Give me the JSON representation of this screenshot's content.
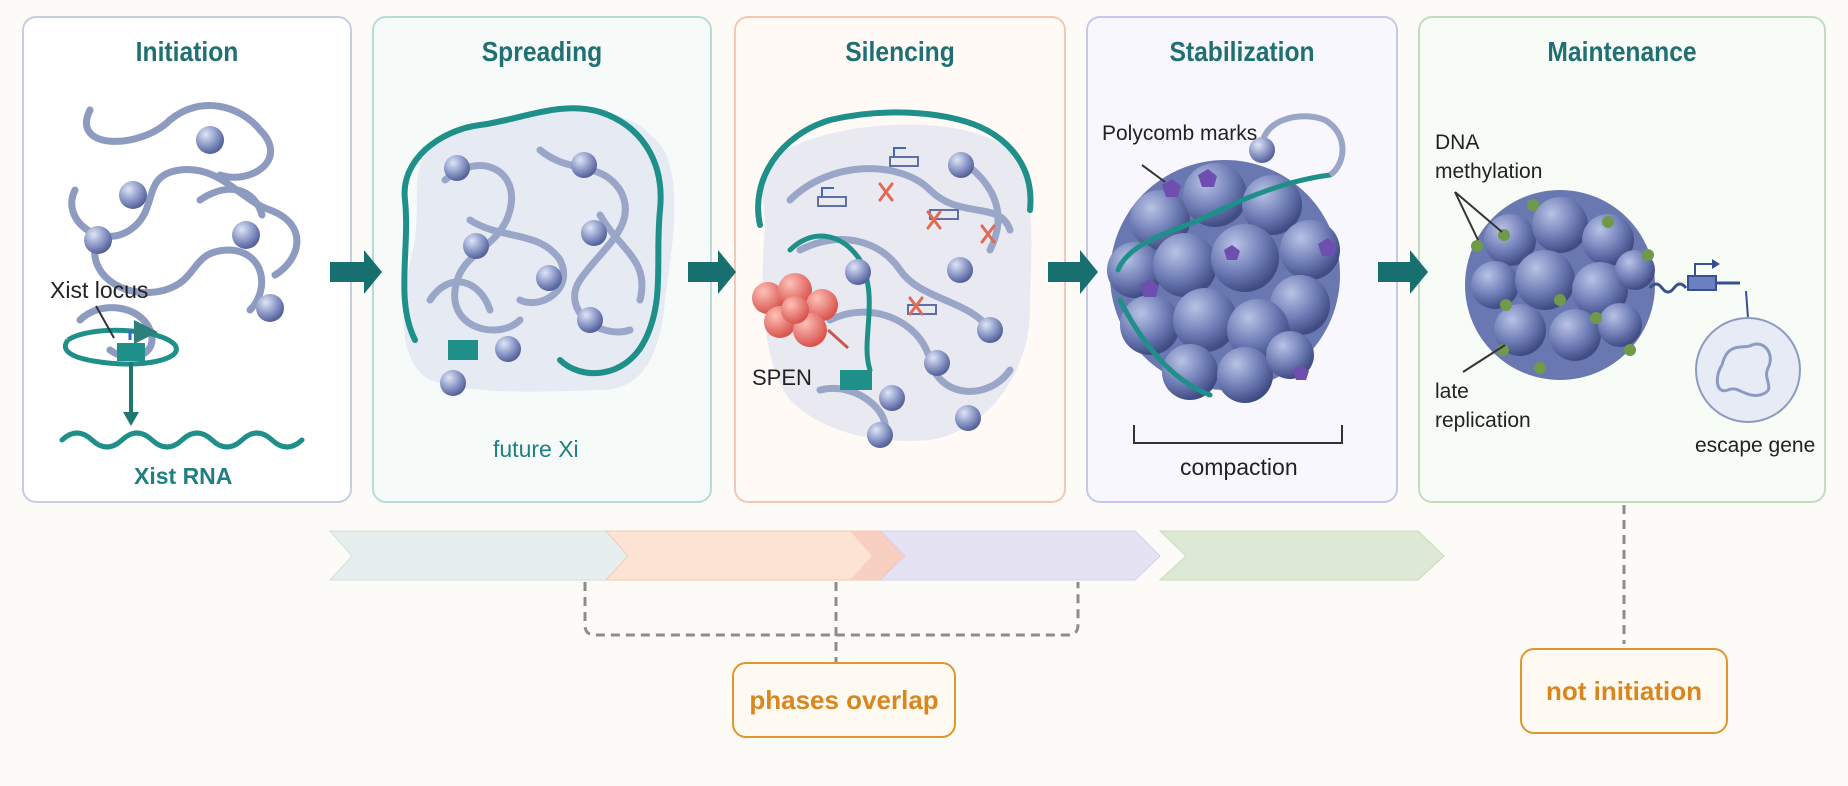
{
  "panels": [
    {
      "title": "Initiation"
    },
    {
      "title": "Spreading"
    },
    {
      "title": "Silencing"
    },
    {
      "title": "Stabilization"
    },
    {
      "title": "Maintenance"
    }
  ],
  "labels": {
    "xist_locus": "Xist locus",
    "xist_rna": "Xist RNA",
    "future_xi": "future Xi",
    "spen": "SPEN",
    "polycomb_marks": "Polycomb marks",
    "compaction": "compaction",
    "dna_methylation_1": "DNA",
    "dna_methylation_2": "methylation",
    "late_replication_1": "late",
    "late_replication_2": "replication",
    "escape_gene": "escape gene"
  },
  "notes": {
    "phases_overlap": "phases overlap",
    "not_initiation": "not initiation"
  },
  "colors": {
    "title": "#1f6f73",
    "xist_teal": "#1f8f8a",
    "arrow": "#17706f",
    "chromatin": "#8e9bc0",
    "nucleosome": "#7d8cc2",
    "spen": "#e8716b",
    "polycomb": "#6e4fb0",
    "methylation": "#6e9a4a",
    "note": "#d9861e"
  }
}
